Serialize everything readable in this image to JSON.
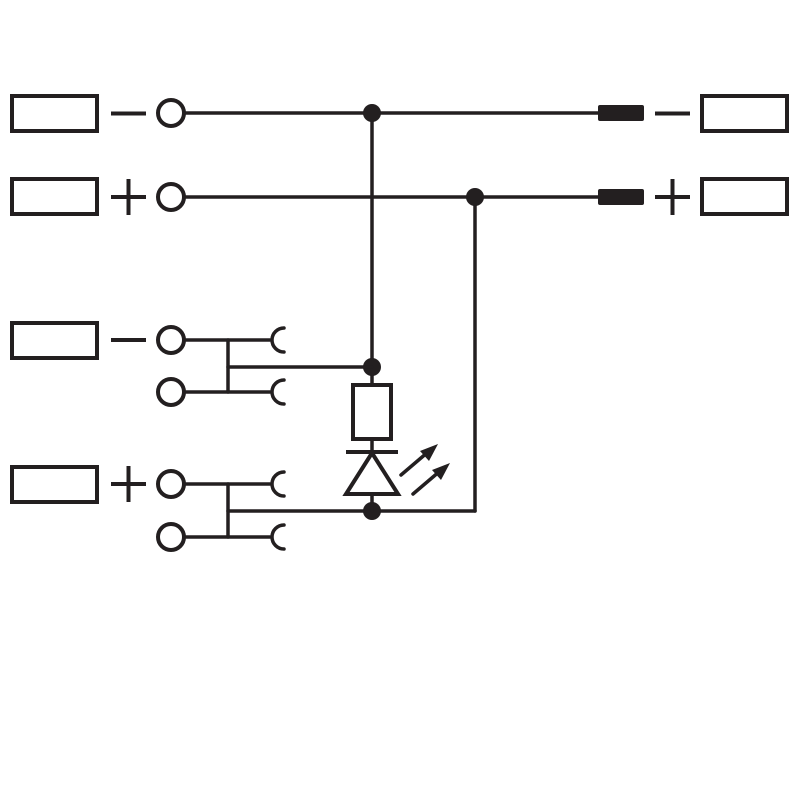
{
  "colors": {
    "line": "#231f20",
    "negative": "#1fb3e8",
    "positive": "#ee4a30",
    "background": "#ffffff"
  },
  "terminals": [
    {
      "side": "left",
      "polarity": "negative",
      "sign": "−"
    },
    {
      "side": "left",
      "polarity": "positive",
      "sign": "+"
    },
    {
      "side": "left",
      "polarity": "negative",
      "sign": "−"
    },
    {
      "side": "left",
      "polarity": "positive",
      "sign": "+"
    },
    {
      "side": "right",
      "polarity": "negative",
      "sign": "−"
    },
    {
      "side": "right",
      "polarity": "positive",
      "sign": "+"
    }
  ],
  "components": {
    "resistor": "resistor-icon",
    "led": "led-icon",
    "light_arrows": "emitted-light-arrows-icon"
  }
}
